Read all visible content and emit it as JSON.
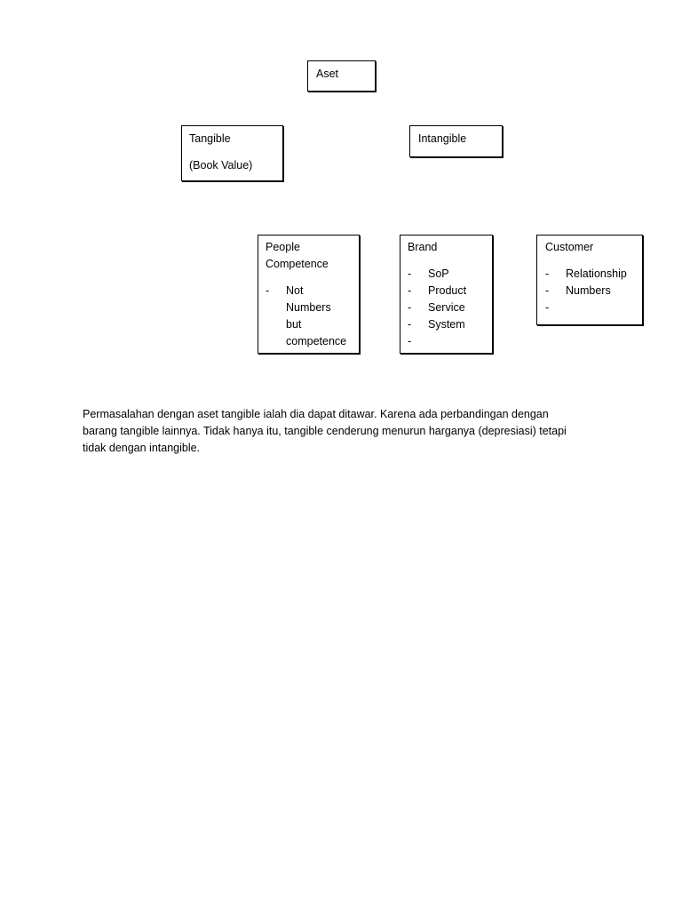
{
  "diagram": {
    "root": {
      "label": "Aset"
    },
    "tangible": {
      "label": "Tangible",
      "note": "(Book Value)"
    },
    "intangible": {
      "label": "Intangible"
    },
    "people": {
      "label_line1": "People",
      "label_line2": "Competence",
      "items": [
        {
          "dash": "-",
          "lines": [
            "Not",
            "Numbers",
            "but",
            "competence"
          ]
        }
      ]
    },
    "brand": {
      "label": "Brand",
      "items": [
        {
          "dash": "-",
          "text": "SoP"
        },
        {
          "dash": "-",
          "text": "Product"
        },
        {
          "dash": "-",
          "text": "Service"
        },
        {
          "dash": "-",
          "text": "System"
        },
        {
          "dash": "-",
          "text": ""
        }
      ]
    },
    "customer": {
      "label": "Customer",
      "items": [
        {
          "dash": "-",
          "text": "Relationship"
        },
        {
          "dash": "-",
          "text": "Numbers"
        },
        {
          "dash": "-",
          "text": ""
        }
      ]
    }
  },
  "paragraph": {
    "line1": "Permasalahan dengan aset tangible ialah dia dapat ditawar. Karena ada perbandingan dengan",
    "line2": "barang tangible lainnya. Tidak hanya itu, tangible cenderung menurun harganya (depresiasi) tetapi",
    "line3": "tidak dengan intangible."
  }
}
